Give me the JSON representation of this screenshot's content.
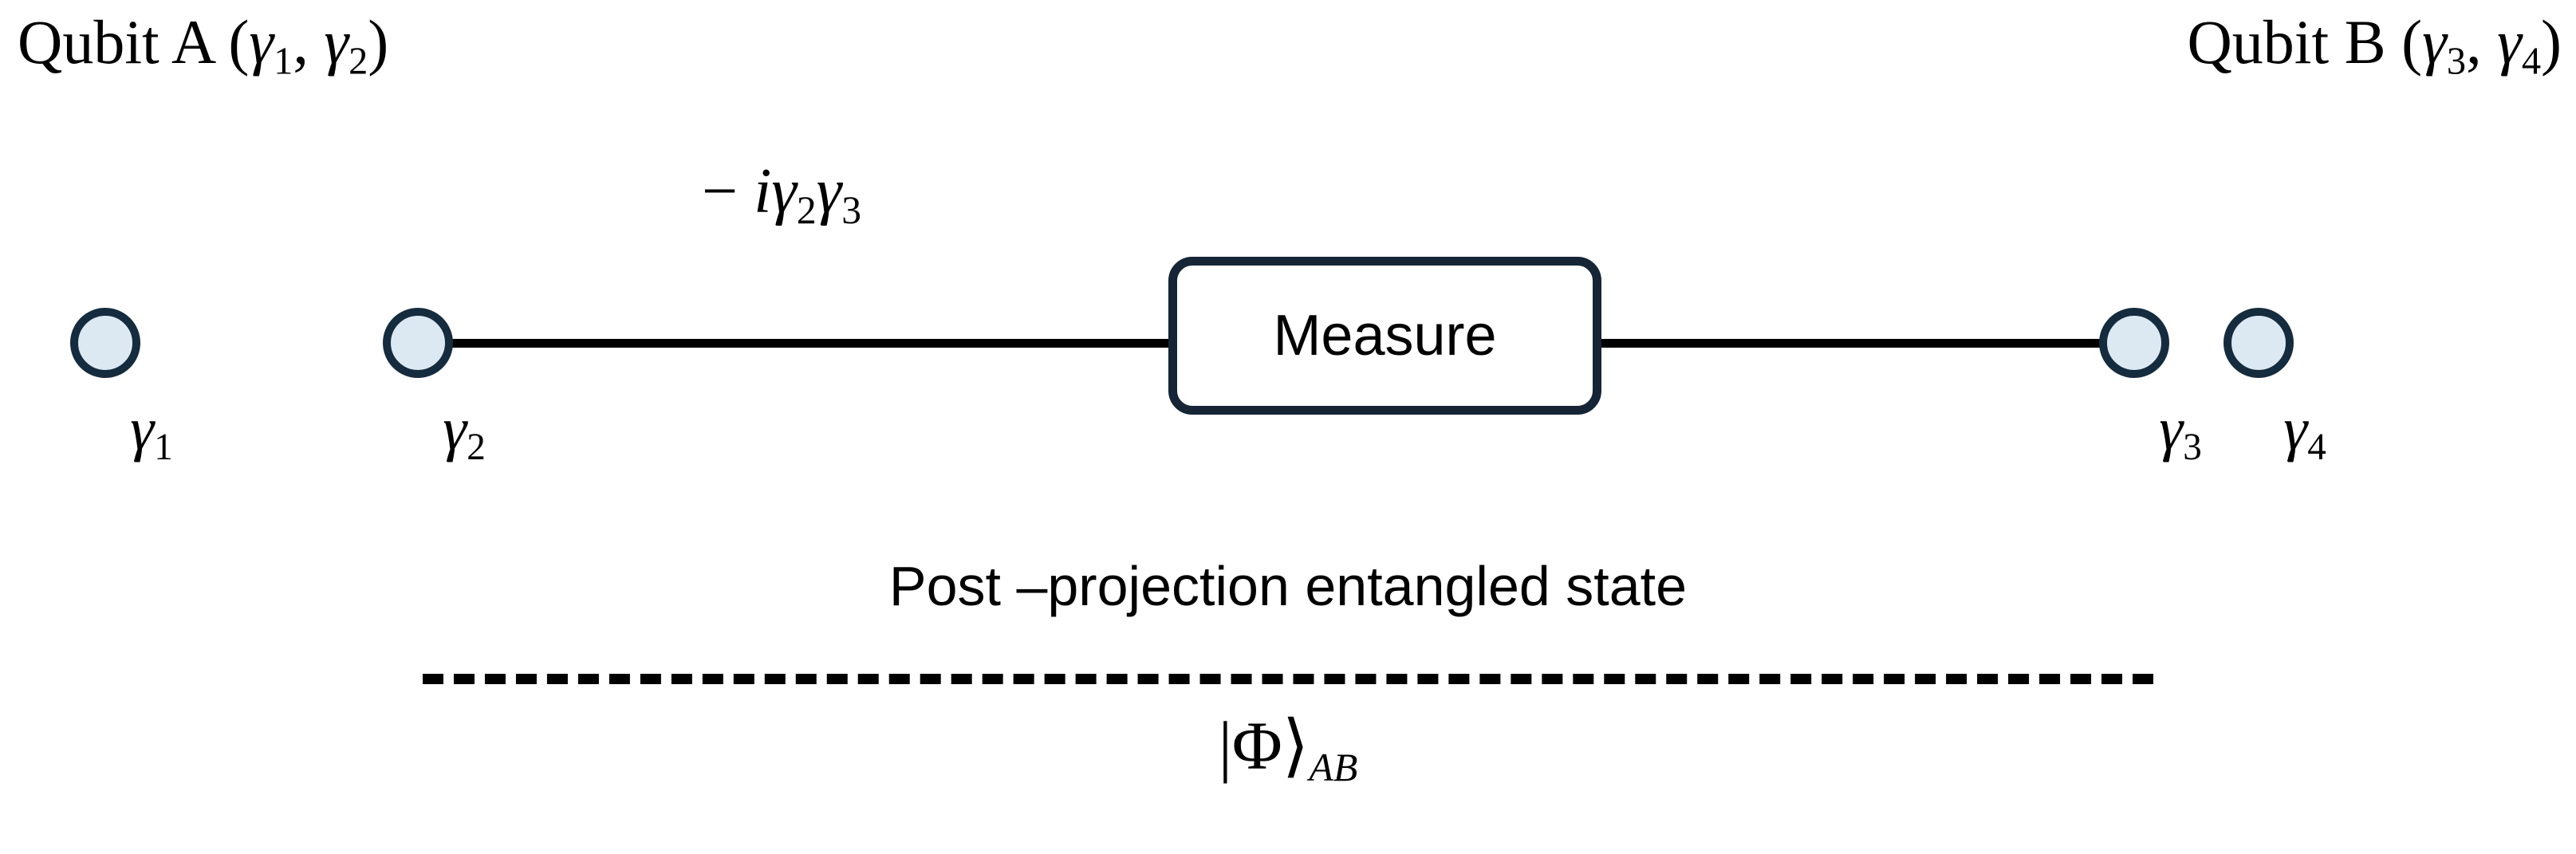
{
  "diagram": {
    "title_left": "Qubit A (γ₁, γ₂)",
    "title_right": "Qubit B (γ₃, γ₄)",
    "coupling_label": "− iγ₂γ₃",
    "measure_label": "Measure",
    "post_projection_label": "Post –projection entangled state",
    "state_label": "|Φ⟩AB",
    "nodes": [
      {
        "id": "g1",
        "caption": "γ₁",
        "symbol": "γ",
        "subscript": "1",
        "connected": false
      },
      {
        "id": "g2",
        "caption": "γ₂",
        "symbol": "γ",
        "subscript": "2",
        "connected": true
      },
      {
        "id": "g3",
        "caption": "γ₃",
        "symbol": "γ",
        "subscript": "3",
        "connected": true
      },
      {
        "id": "g4",
        "caption": "γ₄",
        "symbol": "γ",
        "subscript": "4",
        "connected": false
      }
    ],
    "parts": {
      "qubit_a_prefix": "Qubit A (",
      "qubit_a_g1": "γ",
      "qubit_a_g1_sub": "1",
      "qubit_a_sep": ", ",
      "qubit_a_g2": "γ",
      "qubit_a_g2_sub": "2",
      "qubit_a_suffix": ")",
      "qubit_b_prefix": "Qubit B (",
      "qubit_b_g3": "γ",
      "qubit_b_g3_sub": "3",
      "qubit_b_sep": ", ",
      "qubit_b_g4": "γ",
      "qubit_b_g4_sub": "4",
      "qubit_b_suffix": ")",
      "coupling_minus": "− ",
      "coupling_i": "i",
      "coupling_gamma_a": "γ",
      "coupling_gamma_a_sub": "2",
      "coupling_gamma_b": "γ",
      "coupling_gamma_b_sub": "3",
      "ket_open": "|",
      "ket_phi": "Φ",
      "ket_close": "⟩",
      "ket_sub": "AB"
    },
    "colors": {
      "node_fill": "#dce9f3",
      "node_stroke": "#152b3e",
      "box_stroke": "#152536",
      "wire": "#000000",
      "text": "#000000",
      "background": "#ffffff"
    }
  }
}
